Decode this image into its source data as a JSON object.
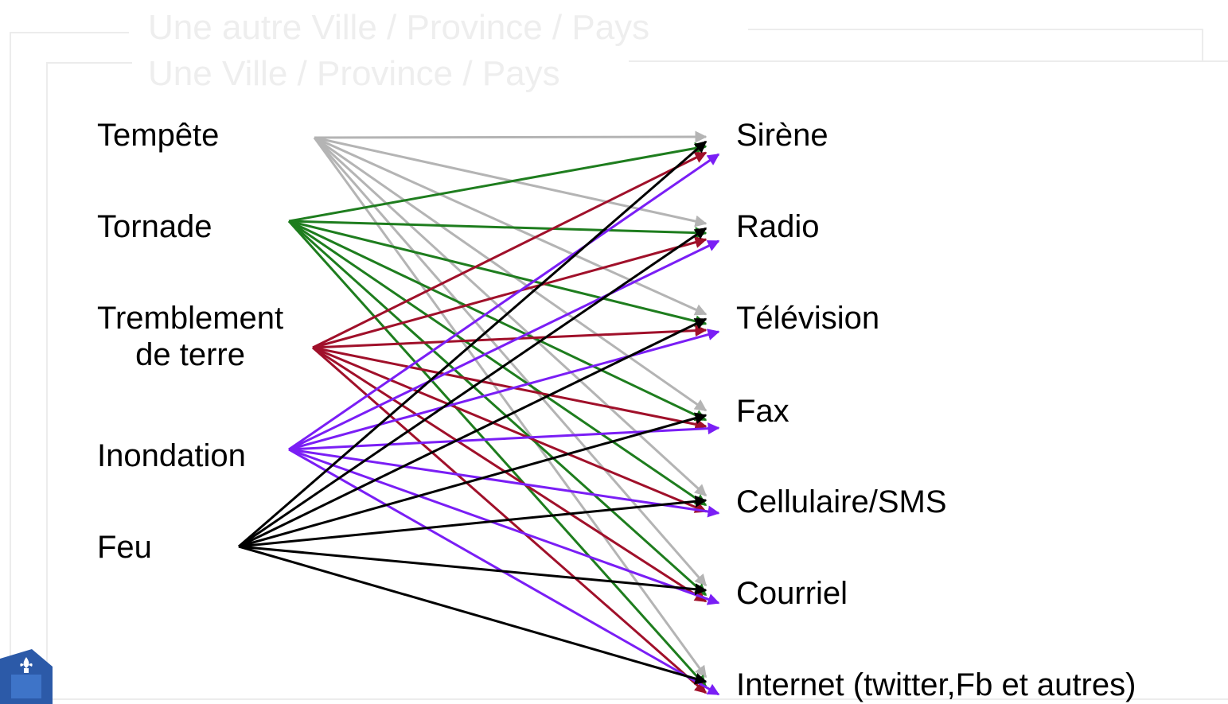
{
  "frame_titles": {
    "outer": "Une autre Ville / Province / Pays",
    "inner": "Une Ville / Province / Pays"
  },
  "hazards": [
    {
      "id": "tempete",
      "label": "Tempête"
    },
    {
      "id": "tornade",
      "label": "Tornade"
    },
    {
      "id": "tremblement",
      "label": "Tremblement\nde terre"
    },
    {
      "id": "inondation",
      "label": "Inondation"
    },
    {
      "id": "feu",
      "label": "Feu"
    }
  ],
  "channels": [
    {
      "id": "sirene",
      "label": "Sirène"
    },
    {
      "id": "radio",
      "label": "Radio"
    },
    {
      "id": "television",
      "label": "Télévision"
    },
    {
      "id": "fax",
      "label": "Fax"
    },
    {
      "id": "cellulaire",
      "label": "Cellulaire/SMS"
    },
    {
      "id": "courriel",
      "label": "Courriel"
    },
    {
      "id": "internet",
      "label": "Internet (twitter,Fb et autres)"
    }
  ],
  "colors": {
    "tempete": "#b4b4b4",
    "tornade": "#1e7d1e",
    "tremblement": "#a0102a",
    "inondation": "#7a1ef5",
    "feu": "#000000"
  },
  "links": "each hazard connects to every channel",
  "logo": {
    "icon": "quebec-flag-logo-icon"
  }
}
